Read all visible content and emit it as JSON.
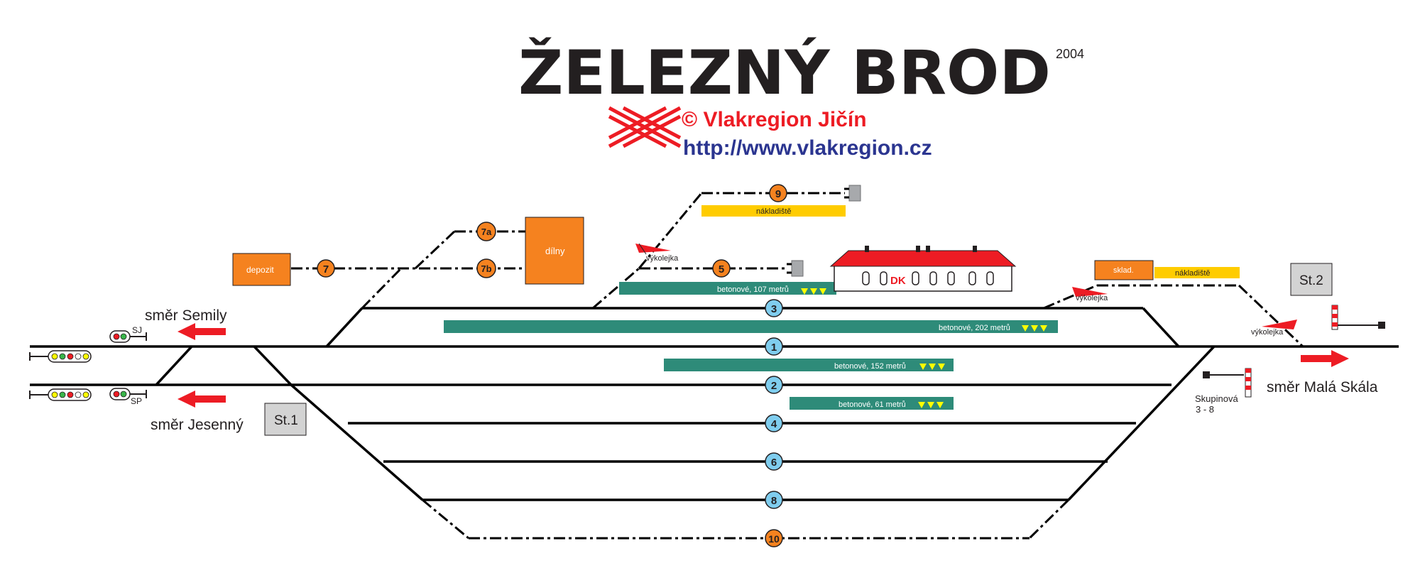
{
  "header": {
    "title": "ŽELEZNÝ BROD",
    "year": "2004",
    "copyright": "© Vlakregion Jičín",
    "url": "http://www.vlakregion.cz",
    "logo_icon": "crossed-rails-icon"
  },
  "tracks": {
    "t1": "1",
    "t2": "2",
    "t3": "3",
    "t4": "4",
    "t5": "5",
    "t6": "6",
    "t7": "7",
    "t7a": "7a",
    "t7b": "7b",
    "t8": "8",
    "t9": "9",
    "t10": "10"
  },
  "platforms": {
    "p107": "betonové, 107 metrů",
    "p202": "betonové, 202 metrů",
    "p152": "betonové, 152 metrů",
    "p61": "betonové, 61 metrů"
  },
  "buildings": {
    "depozit": "depozit",
    "dilny": "dílny",
    "dk": "DK",
    "sklad": "sklad.",
    "nakladiste_top": "nákladiště",
    "nakladiste_right": "nákladiště",
    "st1": "St.1",
    "st2": "St.2"
  },
  "labels": {
    "vykolejka": "výkolejka",
    "smer_semily": "směr Semily",
    "smer_jesenny": "směr Jesenný",
    "smer_mala_skala": "směr Malá Skála",
    "skupinova": "Skupinová",
    "skupinova_range": "3 - 8",
    "sj": "SJ",
    "sp": "SP"
  },
  "colors": {
    "track": "#000000",
    "platform": "#2e8b79",
    "orange": "#f5821f",
    "yellow": "#ffcc00",
    "blue_badge": "#7fcdee",
    "red": "#ed1c24",
    "navy": "#2b3590",
    "grey_box": "#d3d3d3"
  }
}
